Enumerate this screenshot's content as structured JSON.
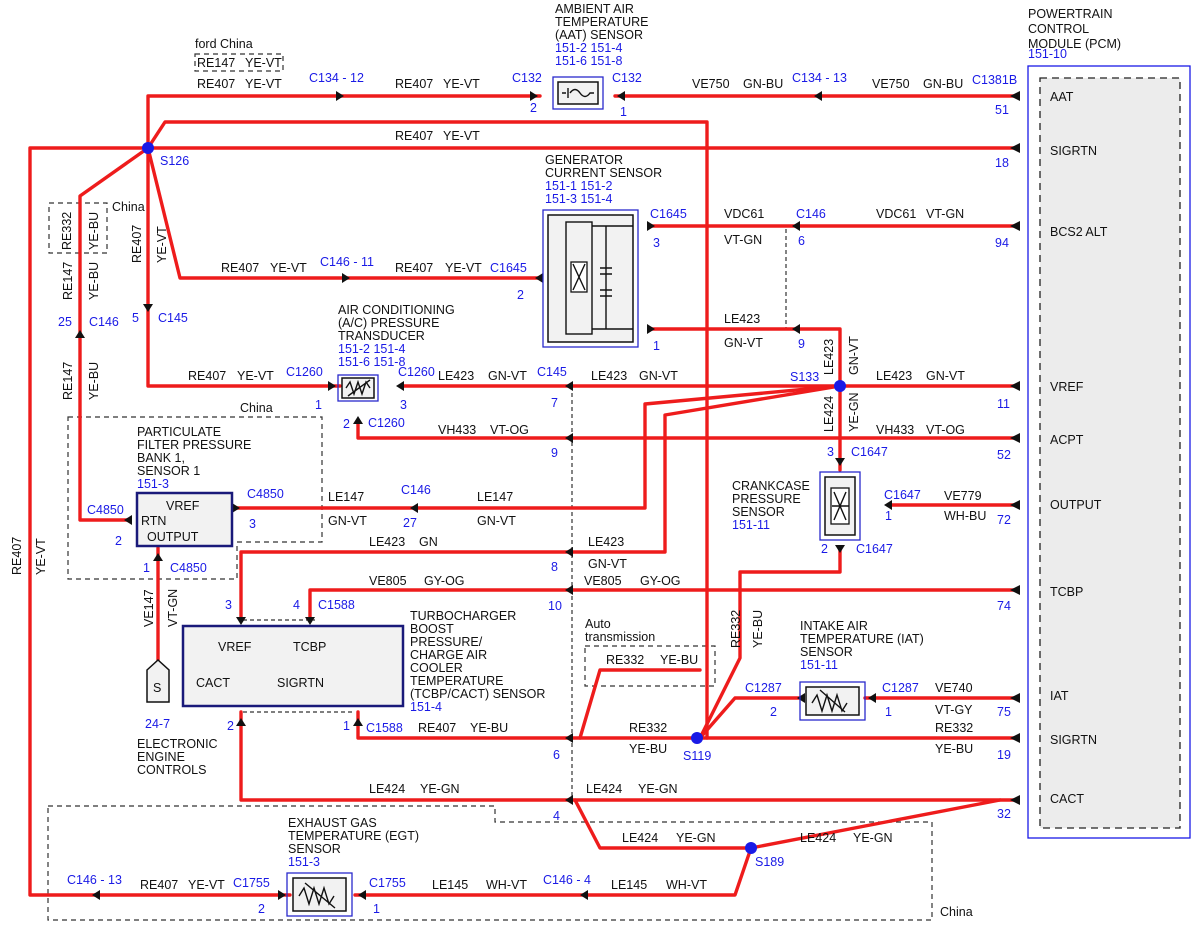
{
  "pcm": {
    "name": [
      "POWERTRAIN",
      "CONTROL",
      "MODULE (PCM)"
    ],
    "ref": "151-10",
    "pins": {
      "aat": "AAT",
      "sigrtn1": "SIGRTN",
      "bcs2": "BCS2 ALT",
      "vref": "VREF",
      "acpt": "ACPT",
      "output": "OUTPUT",
      "tcbp": "TCBP",
      "iat": "IAT",
      "sigrtn2": "SIGRTN",
      "cact": "CACT"
    },
    "pin_numbers": {
      "aat": "51",
      "sigrtn1": "18",
      "bcs2": "94",
      "vref": "11",
      "acpt": "52",
      "output": "72",
      "tcbp": "74",
      "iat": "75",
      "sigrtn2": "19",
      "cact": "32"
    },
    "connector": "C1381B"
  },
  "aat_sensor": {
    "name": [
      "AMBIENT AIR",
      "TEMPERATURE",
      "(AAT) SENSOR"
    ],
    "refs": [
      "151-2 151-4",
      "151-6 151-8"
    ],
    "conn_left": "C132",
    "conn_right": "C132",
    "pin_left": "2",
    "pin_right": "1"
  },
  "gen_sensor": {
    "name": [
      "GENERATOR",
      "CURRENT SENSOR"
    ],
    "refs": [
      "151-1 151-2",
      "151-3 151-4"
    ],
    "conn_top": "C1645",
    "conn_left": "C1645",
    "pin3": "3",
    "pin2": "2",
    "pin1": "1"
  },
  "ac_sensor": {
    "name": [
      "AIR CONDITIONING",
      "(A/C) PRESSURE",
      "TRANSDUCER"
    ],
    "refs": [
      "151-2 151-4",
      "151-6 151-8"
    ],
    "conn_left": "C1260",
    "conn_right": "C1260",
    "conn_bottom": "C1260",
    "pin1": "1",
    "pin3": "3",
    "pin2": "2"
  },
  "pf_sensor": {
    "name": [
      "PARTICULATE",
      "FILTER PRESSURE",
      "BANK 1,",
      "SENSOR 1"
    ],
    "ref": "151-3",
    "pin_vref": "VREF",
    "pin_rtn": "RTN",
    "pin_output": "OUTPUT",
    "conn_right": "C4850",
    "conn_left": "C4850",
    "conn_bottom": "C4850",
    "pin3": "3",
    "pin2": "2",
    "pin1": "1"
  },
  "cc_sensor": {
    "name": [
      "CRANKCASE",
      "PRESSURE",
      "SENSOR"
    ],
    "ref": "151-11",
    "conn_top": "C1647",
    "conn_right": "C1647",
    "conn_bottom": "C1647",
    "pin3": "3",
    "pin1": "1",
    "pin2": "2"
  },
  "tcbp_sensor": {
    "name": [
      "TURBOCHARGER",
      "BOOST",
      "PRESSURE/",
      "CHARGE AIR",
      "COOLER",
      "TEMPERATURE",
      "(TCBP/CACT) SENSOR"
    ],
    "ref": "151-4",
    "pin_vref": "VREF",
    "pin_tcbp": "TCBP",
    "pin_cact": "CACT",
    "pin_sigrtn": "SIGRTN",
    "conn_top": "C1588",
    "conn_bottom": "C1588",
    "pin3": "3",
    "pin4": "4",
    "pin2": "2",
    "pin1": "1"
  },
  "iat_sensor": {
    "name": [
      "INTAKE AIR",
      "TEMPERATURE (IAT)",
      "SENSOR"
    ],
    "ref": "151-11",
    "conn_left": "C1287",
    "conn_right": "C1287",
    "pin2": "2",
    "pin1": "1"
  },
  "egt_sensor": {
    "name": [
      "EXHAUST GAS",
      "TEMPERATURE (EGT)",
      "SENSOR"
    ],
    "ref": "151-3",
    "conn_left": "C1755",
    "conn_right": "C1755",
    "pin2": "2",
    "pin1": "1"
  },
  "eec": {
    "letter": "S",
    "ref": "24-7",
    "name": [
      "ELECTRONIC",
      "ENGINE",
      "CONTROLS"
    ]
  },
  "splices": {
    "s126": "S126",
    "s133": "S133",
    "s119": "S119",
    "s189": "S189"
  },
  "notes": {
    "ford_china": "ford China",
    "china1": "China",
    "china2": "China",
    "china3": "China",
    "auto_trans": [
      "Auto",
      "transmission"
    ]
  },
  "china_box_top": {
    "c1": "RE147",
    "c2": "YE-VT"
  },
  "china_box_left": {
    "c1": "RE332",
    "c2": "YE-BU"
  },
  "auto_box": {
    "c1": "RE332",
    "c2": "YE-BU"
  },
  "connectors": {
    "c134_12": "C134 - 12",
    "c134_13": "C134 - 13",
    "c146_11": "C146 - 11",
    "c146_a": "C146",
    "c146_b": "C146",
    "c146_c": "C146",
    "c145_a": "C145",
    "c145_b": "C145",
    "c146_13": "C146 - 13",
    "c146_4": "C146 - 4",
    "pin_6": "6",
    "pin_9a": "9",
    "pin_25": "25",
    "pin_5": "5",
    "pin_7": "7",
    "pin_9b": "9",
    "pin_27": "27",
    "pin_8": "8",
    "pin_10": "10",
    "pin_6b": "6",
    "pin_4": "4"
  },
  "wires": {
    "re407_a": [
      "RE407",
      "YE-VT"
    ],
    "re407_b": [
      "RE407",
      "YE-VT"
    ],
    "re407_c": [
      "RE407",
      "YE-VT"
    ],
    "ve750_a": [
      "VE750",
      "GN-BU"
    ],
    "ve750_b": [
      "VE750",
      "GN-BU"
    ],
    "re407_d": [
      "RE407",
      "YE-VT"
    ],
    "re407_e": [
      "RE407",
      "YE-VT"
    ],
    "re407_f": [
      "RE407",
      "YE-VT"
    ],
    "re407_v1": [
      "RE407",
      "YE-VT"
    ],
    "re147_v": [
      "RE147",
      "YE-BU"
    ],
    "re147_v2": [
      "RE147",
      "YE-BU"
    ],
    "vdc61_a": [
      "VDC61",
      "VT-GN"
    ],
    "vdc61_b": [
      "VDC61",
      "VT-GN"
    ],
    "le423_a": [
      "LE423",
      "GN-VT"
    ],
    "le423_b": [
      "LE423",
      "GN-VT"
    ],
    "le423_c": [
      "LE423",
      "GN-VT"
    ],
    "le423_d": [
      "LE423",
      "GN-VT"
    ],
    "le423_v": [
      "LE423",
      "GN-VT"
    ],
    "re407_g": [
      "RE407",
      "YE-VT"
    ],
    "vh433_a": [
      "VH433",
      "VT-OG"
    ],
    "vh433_b": [
      "VH433",
      "VT-OG"
    ],
    "le424_v": [
      "LE424",
      "YE-GN"
    ],
    "le147_a": [
      "LE147",
      "GN-VT"
    ],
    "le147_b": [
      "LE147",
      "GN-VT"
    ],
    "ve779": [
      "VE779",
      "WH-BU"
    ],
    "le423_e": [
      "LE423",
      "GN"
    ],
    "le423_f": [
      "LE423",
      "GN-VT"
    ],
    "ve805_a": [
      "VE805",
      "GY-OG"
    ],
    "ve805_b": [
      "VE805",
      "GY-OG"
    ],
    "ve147_v": [
      "VE147",
      "VT-GN"
    ],
    "re332_v": [
      "RE332",
      "YE-BU"
    ],
    "ve740": [
      "VE740",
      "VT-GY"
    ],
    "re407_h": [
      "RE407",
      "YE-BU"
    ],
    "re332_a": [
      "RE332",
      "YE-BU"
    ],
    "re332_b": [
      "RE332",
      "YE-BU"
    ],
    "le424_a": [
      "LE424",
      "YE-GN"
    ],
    "le424_b": [
      "LE424",
      "YE-GN"
    ],
    "le424_c": [
      "LE424",
      "YE-GN"
    ],
    "le424_d": [
      "LE424",
      "YE-GN"
    ],
    "re407_i": [
      "RE407",
      "YE-VT"
    ],
    "le145_a": [
      "LE145",
      "WH-VT"
    ],
    "le145_b": [
      "LE145",
      "WH-VT"
    ],
    "re407_left": [
      "RE407",
      "YE-VT"
    ]
  }
}
